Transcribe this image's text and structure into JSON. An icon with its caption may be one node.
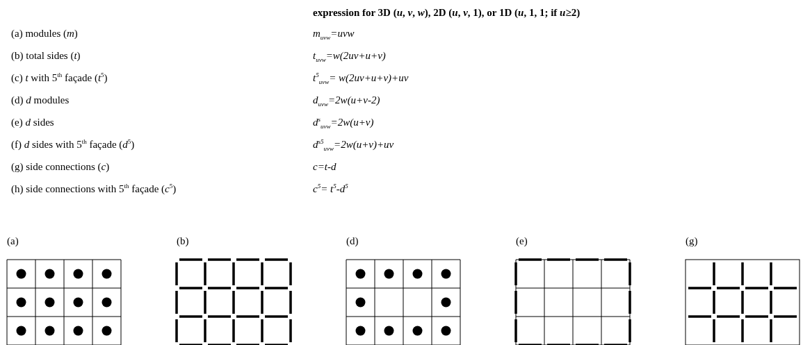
{
  "diagram": {
    "labels": [
      "expression for 3D (*u*, *v*, *w*), 2D (*u*, *v*, 1), or 1D (*u*, 1, 1; if *u*≥2)",
      "(a) modules (*m*)",
      "m$_{uvw}$=uvw",
      "(b) total sides (*t*)",
      "t$_{uvw}$=w(2uv+u+v)",
      "(c) *t* with 5$^{th}$ façade (*t*$^{5}$)",
      "t$^{5}$$_{uvw}$= w(2uv+u+v)+uv",
      "(d) *d* modules",
      "d$_{uvw}$=2w(u+v-2)",
      "(e) *d* sides",
      "d$^{s}$$_{uvw}$=2w(u+v)",
      "(f) *d* sides with 5$^{th}$ façade (*d*$^{5}$)",
      "d$^{s5}$$_{uvw}$=2w(u+v)+uv",
      "(g) side connections (*c*)",
      "c=t-d",
      "(h) side connections with 5$^{th}$ façade (*c*$^{5}$)",
      "c$^{5}$= t$^{5}$-d$^{5}$",
      "(a)",
      "(b)",
      "(d)",
      "(e)",
      "(g)"
    ]
  }
}
